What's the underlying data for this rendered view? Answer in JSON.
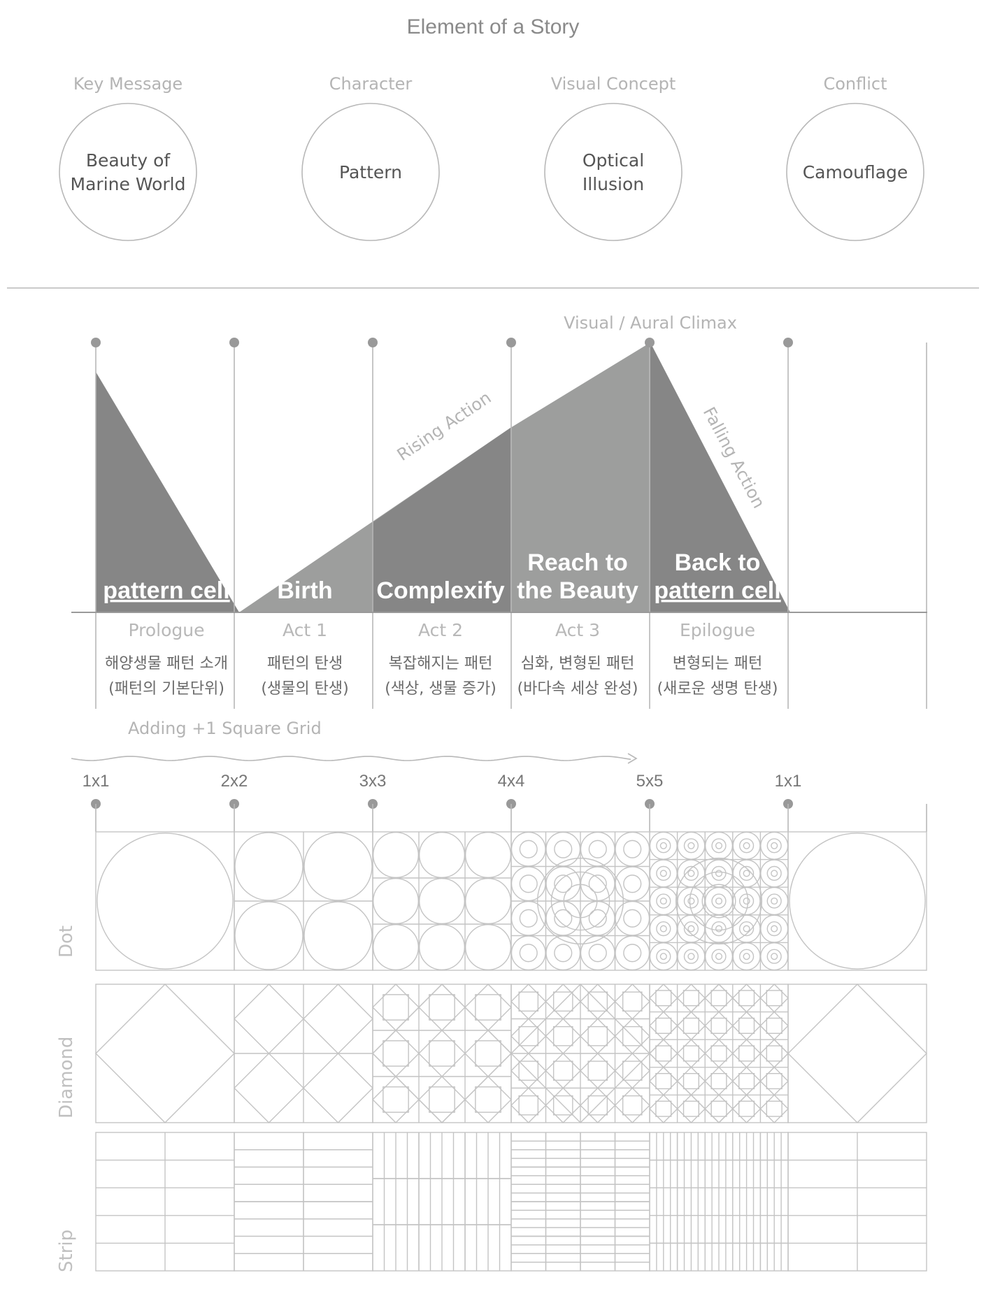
{
  "title": "Element of a Story",
  "elements": [
    {
      "caption": "Key Message",
      "lines": [
        "Beauty of",
        "Marine World"
      ]
    },
    {
      "caption": "Character",
      "lines": [
        "Pattern"
      ]
    },
    {
      "caption": "Visual Concept",
      "lines": [
        "Optical",
        "Illusion"
      ]
    },
    {
      "caption": "Conflict",
      "lines": [
        "Camouflage"
      ]
    }
  ],
  "arc": {
    "climax_label": "Visual / Aural Climax",
    "rising_label": "Rising Action",
    "falling_label": "Falling Action"
  },
  "acts": [
    {
      "head": [
        "pattern cell"
      ],
      "name": "Prologue",
      "kr": [
        "해양생물 패턴 소개",
        "(패턴의 기본단위)"
      ]
    },
    {
      "head": [
        "Birth"
      ],
      "name": "Act 1",
      "kr": [
        "패턴의 탄생",
        "(생물의 탄생)"
      ]
    },
    {
      "head": [
        "Complexify"
      ],
      "name": "Act 2",
      "kr": [
        "복잡해지는 패턴",
        "(색상, 생물 증가)"
      ]
    },
    {
      "head": [
        "Reach to",
        "the Beauty"
      ],
      "name": "Act 3",
      "kr": [
        "심화, 변형된 패턴",
        "(바다속 세상 완성)"
      ]
    },
    {
      "head": [
        "Back to",
        "pattern cell"
      ],
      "name": "Epilogue",
      "kr": [
        "변형되는 패턴",
        "(새로운 생명 탄생)"
      ]
    }
  ],
  "grid": {
    "caption": "Adding +1 Square Grid",
    "steps": [
      "1x1",
      "2x2",
      "3x3",
      "4x4",
      "5x5",
      "1x1"
    ],
    "rows": [
      "Dot",
      "Diamond",
      "Strip"
    ]
  },
  "colors": {
    "line": "#b8b8b8",
    "dark_fill": "#868686",
    "light_fill": "#9d9e9d",
    "dot": "#999999"
  }
}
